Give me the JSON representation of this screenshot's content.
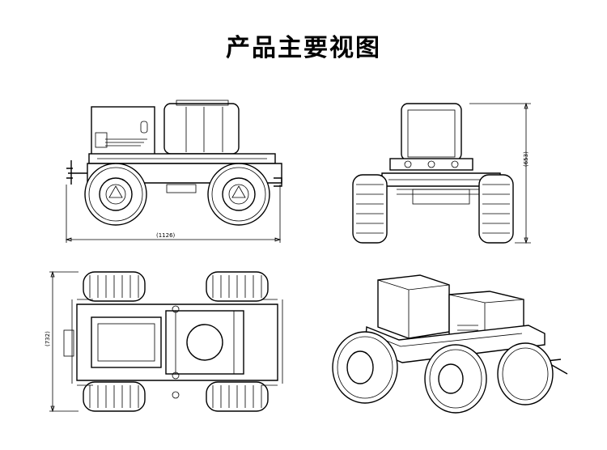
{
  "page_title": "产品主要视图",
  "dimensions": {
    "side_view_width": "(1126)",
    "front_view_height": "(653)",
    "top_view_length": "(732)"
  }
}
